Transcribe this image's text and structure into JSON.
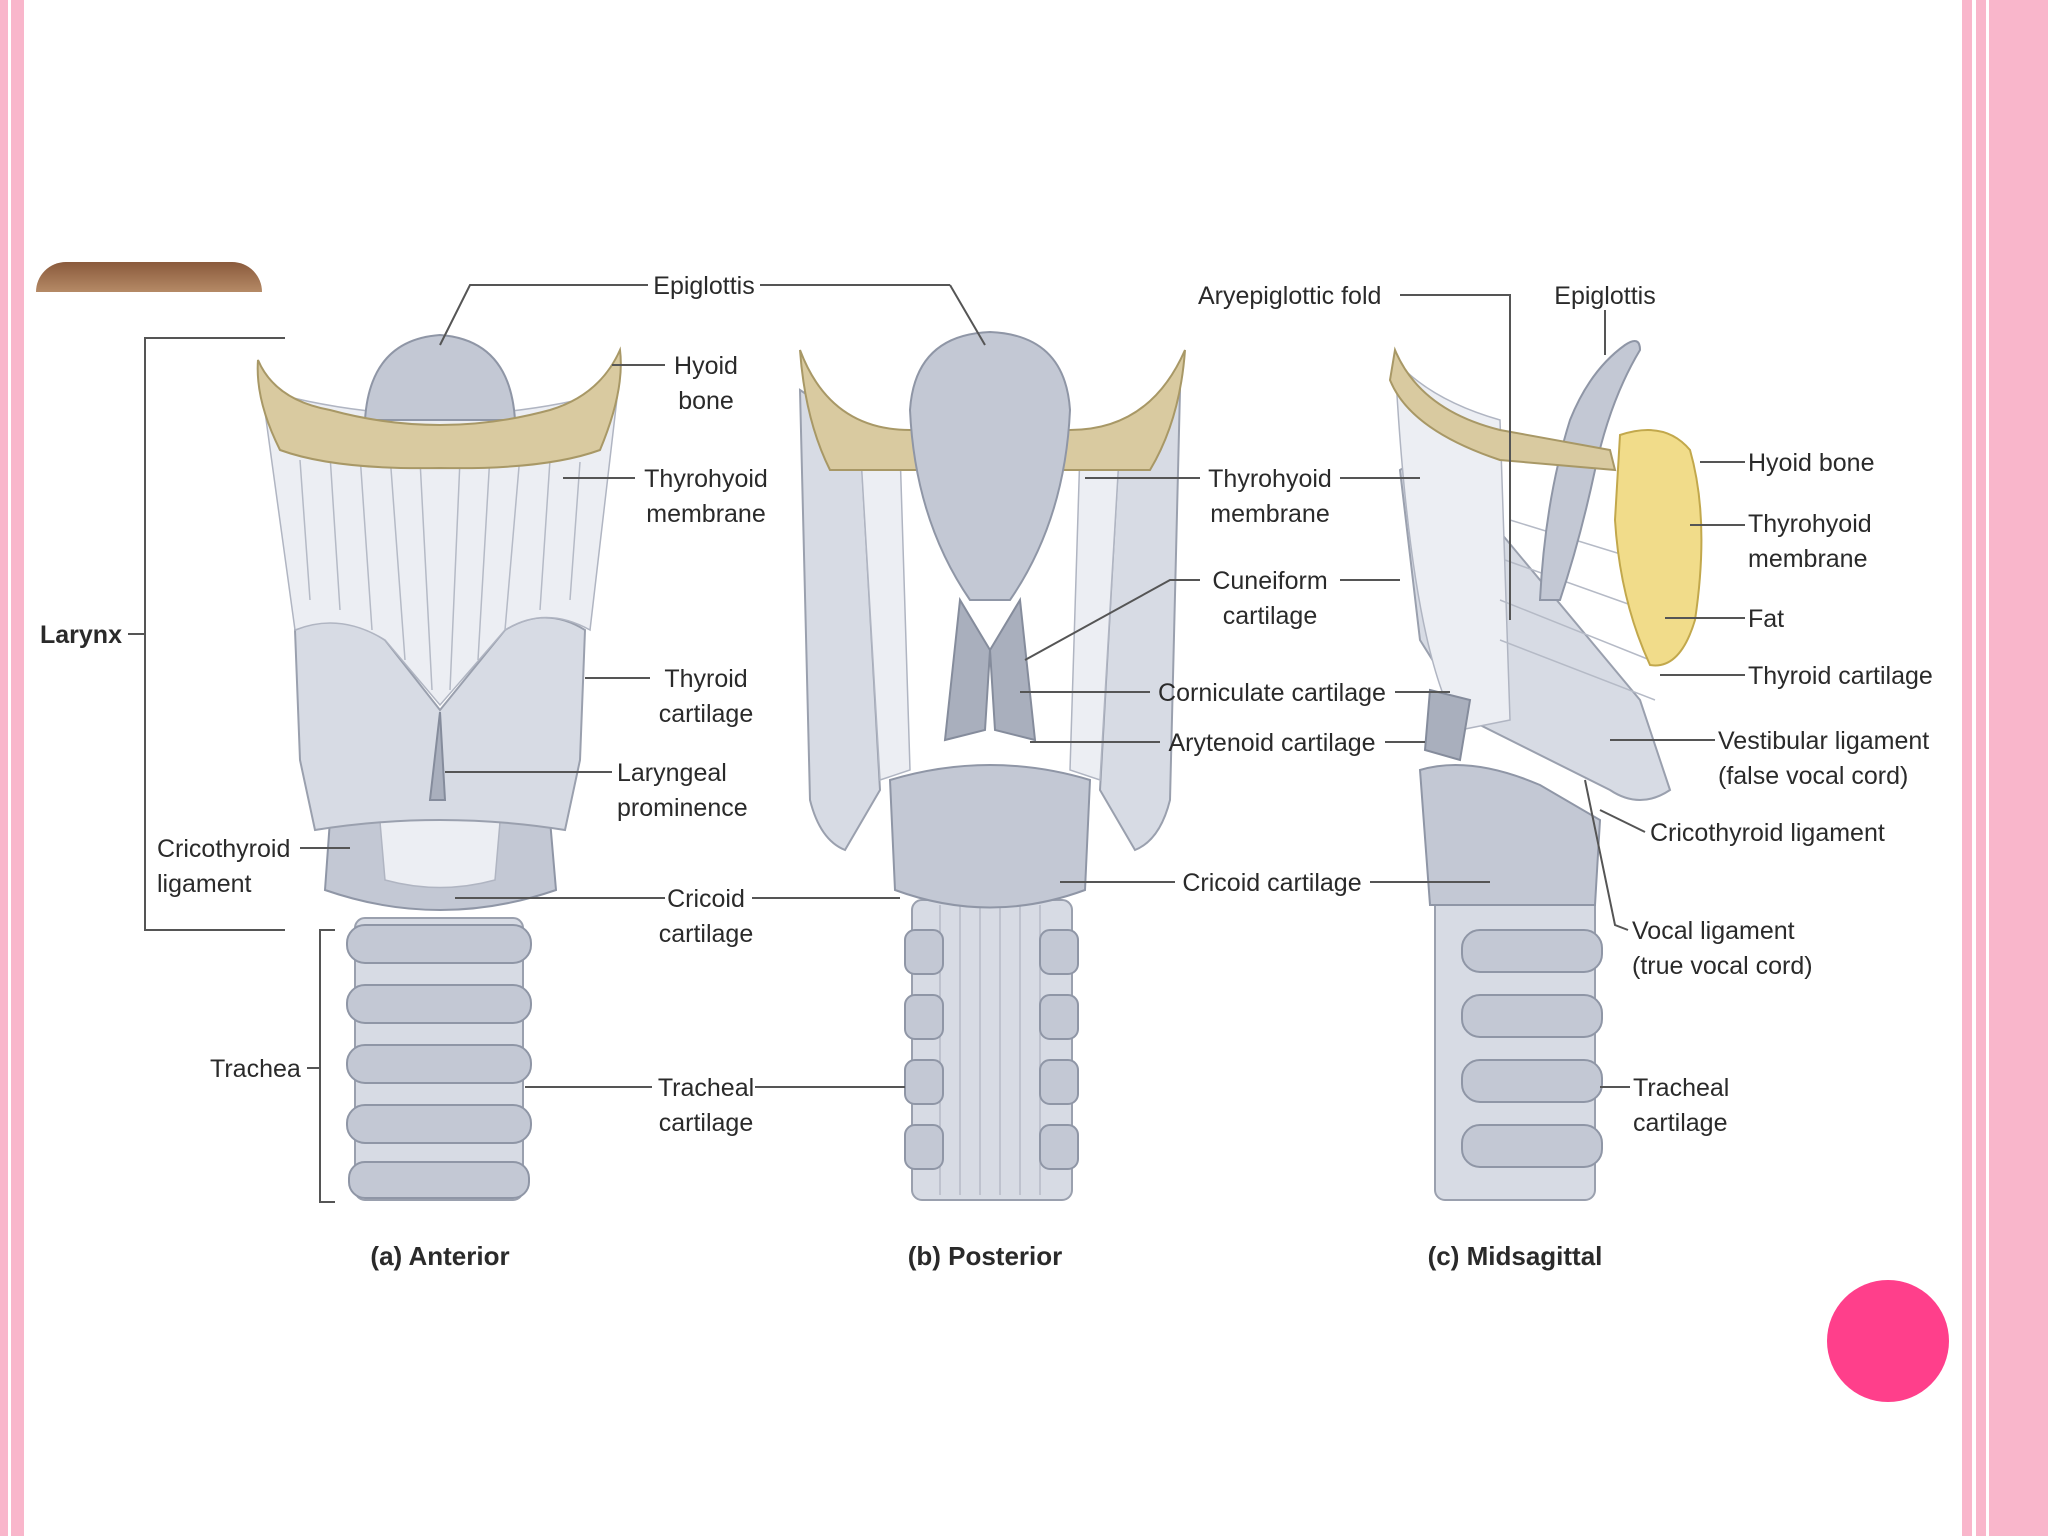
{
  "diagram": {
    "views": {
      "anterior": {
        "caption": "(a) Anterior",
        "labels": {
          "epiglottis": "Epiglottis",
          "hyoid_bone": [
            "Hyoid",
            "bone"
          ],
          "thyrohyoid_membrane": [
            "Thyrohyoid",
            "membrane"
          ],
          "larynx": "Larynx",
          "thyroid_cartilage": [
            "Thyroid",
            "cartilage"
          ],
          "laryngeal_prominence": [
            "Laryngeal",
            "prominence"
          ],
          "cricothyroid_ligament": [
            "Cricothyroid",
            "ligament"
          ],
          "cricoid_cartilage": [
            "Cricoid",
            "cartilage"
          ],
          "trachea": "Trachea",
          "tracheal_cartilage": [
            "Tracheal",
            "cartilage"
          ]
        }
      },
      "posterior": {
        "caption": "(b) Posterior",
        "labels": {
          "thyrohyoid_membrane": [
            "Thyrohyoid",
            "membrane"
          ],
          "cuneiform_cartilage": [
            "Cuneiform",
            "cartilage"
          ],
          "corniculate_cartilage": "Corniculate cartilage",
          "arytenoid_cartilage": "Arytenoid cartilage",
          "cricoid_cartilage": "Cricoid cartilage"
        }
      },
      "midsagittal": {
        "caption": "(c) Midsagittal",
        "labels": {
          "aryepiglottic_fold": "Aryepiglottic fold",
          "epiglottis": "Epiglottis",
          "hyoid_bone": "Hyoid bone",
          "thyrohyoid_membrane": [
            "Thyrohyoid",
            "membrane"
          ],
          "fat": "Fat",
          "thyroid_cartilage": "Thyroid cartilage",
          "vestibular_ligament": [
            "Vestibular ligament",
            "(false vocal cord)"
          ],
          "cricothyroid_ligament": "Cricothyroid ligament",
          "vocal_ligament": [
            "Vocal ligament",
            "(true vocal cord)"
          ],
          "tracheal_cartilage": [
            "Tracheal",
            "cartilage"
          ]
        }
      }
    }
  },
  "colors": {
    "frame_pink": "#f9b6cb",
    "accent_dot": "#ff3f8b",
    "cartilage": "#c3c8d4",
    "hyoid_bone": "#d9caa0",
    "fat": "#f1dc8a"
  }
}
